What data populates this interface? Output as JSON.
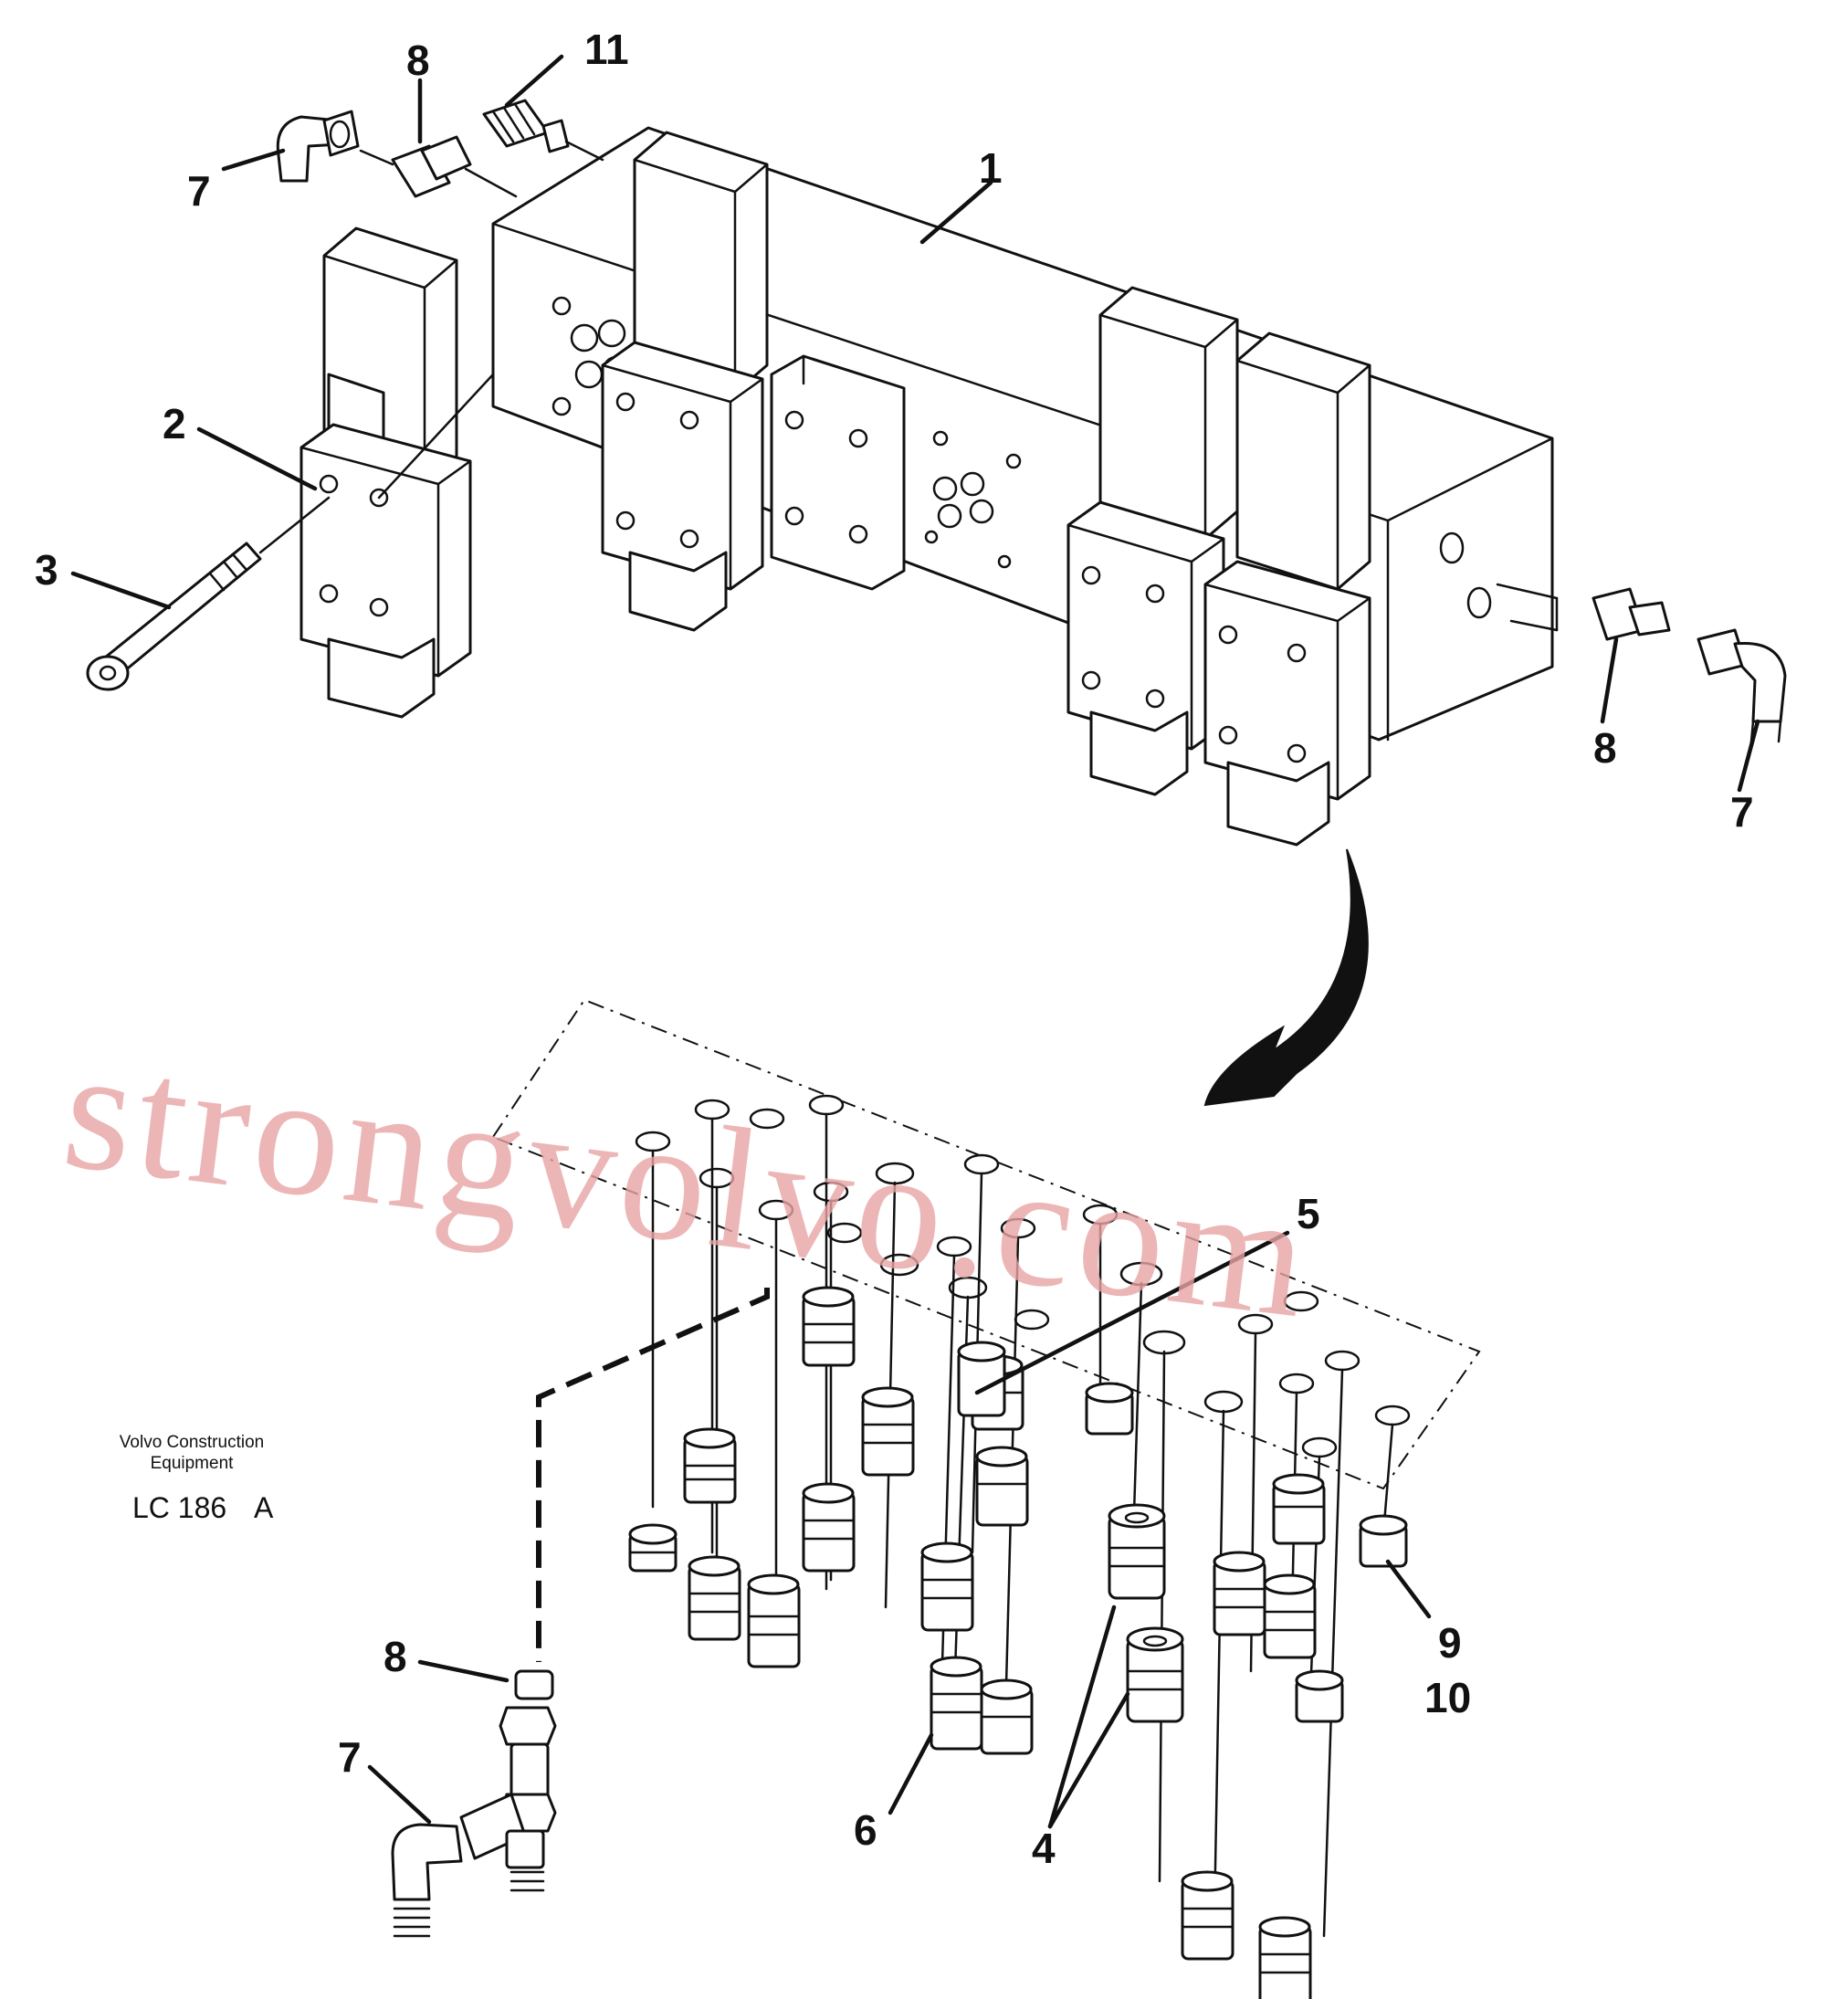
{
  "watermark": "strongvolvo.com",
  "caption": {
    "company_line1": "Volvo Construction",
    "company_line2": "Equipment",
    "code": "LC 186",
    "revision": "A"
  },
  "callouts": {
    "c1": "1",
    "c2": "2",
    "c3": "3",
    "c4": "4",
    "c5": "5",
    "c6": "6",
    "c7_top": "7",
    "c7_right": "7",
    "c7_bottom": "7",
    "c8_top": "8",
    "c8_right": "8",
    "c8_bottom": "8",
    "c9": "9",
    "c10": "10",
    "c11": "11"
  }
}
